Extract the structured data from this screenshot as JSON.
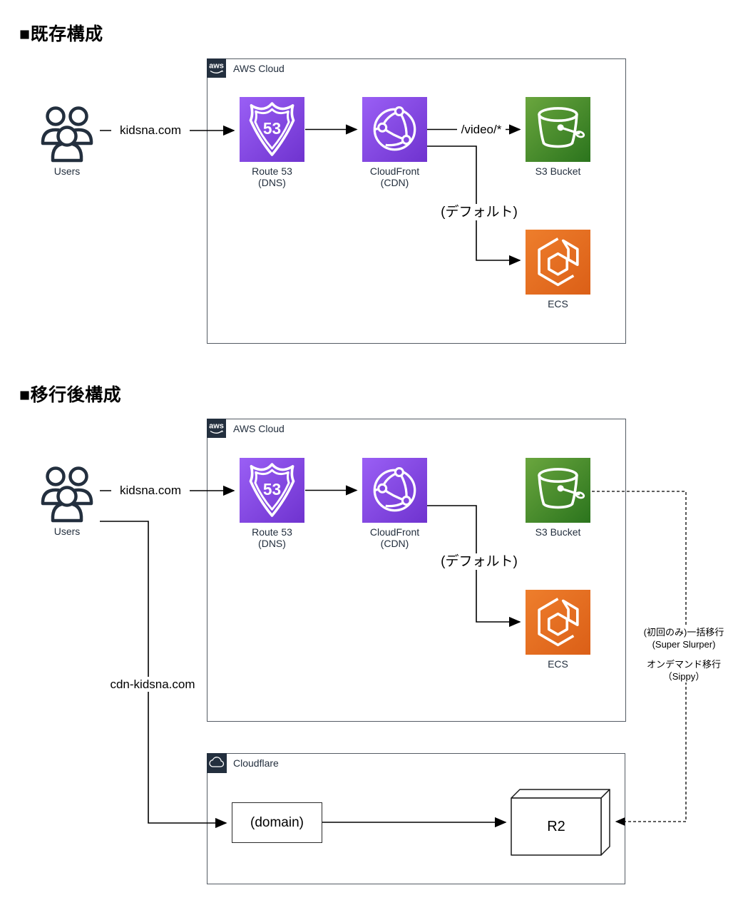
{
  "titles": {
    "existing": "■既存構成",
    "migrated": "■移行後構成"
  },
  "groups": {
    "aws": {
      "logo": "aws",
      "label": "AWS Cloud"
    },
    "cloudflare": {
      "label": "Cloudflare"
    }
  },
  "nodes": {
    "users": {
      "label": "Users"
    },
    "route53": {
      "badge": "53",
      "line1": "Route 53",
      "line2": "(DNS)"
    },
    "cloudfront": {
      "line1": "CloudFront",
      "line2": "(CDN)"
    },
    "s3": {
      "label": "S3 Bucket"
    },
    "ecs": {
      "label": "ECS"
    },
    "domain": {
      "label": "(domain)"
    },
    "r2": {
      "label": "R2"
    }
  },
  "edges": {
    "kidsna": "kidsna.com",
    "video": "/video/*",
    "default_route": "(デフォルト)",
    "cdn_kidsna": "cdn-kidsna.com"
  },
  "migration_notes": {
    "bulk_line1": "(初回のみ)一括移行",
    "bulk_line2": "(Super Slurper)",
    "ondemand_line1": "オンデマンド移行",
    "ondemand_line2": "（Sippy）"
  },
  "colors": {
    "aws_dark": "#232f3e",
    "group_border": "#545b64",
    "networking_purple_start": "#9a5ff5",
    "networking_purple_end": "#6f33cf",
    "storage_green_start": "#60a337",
    "storage_green_end": "#277116",
    "compute_orange_start": "#ee7e2c",
    "compute_orange_end": "#db5f17",
    "line_black": "#000000"
  }
}
